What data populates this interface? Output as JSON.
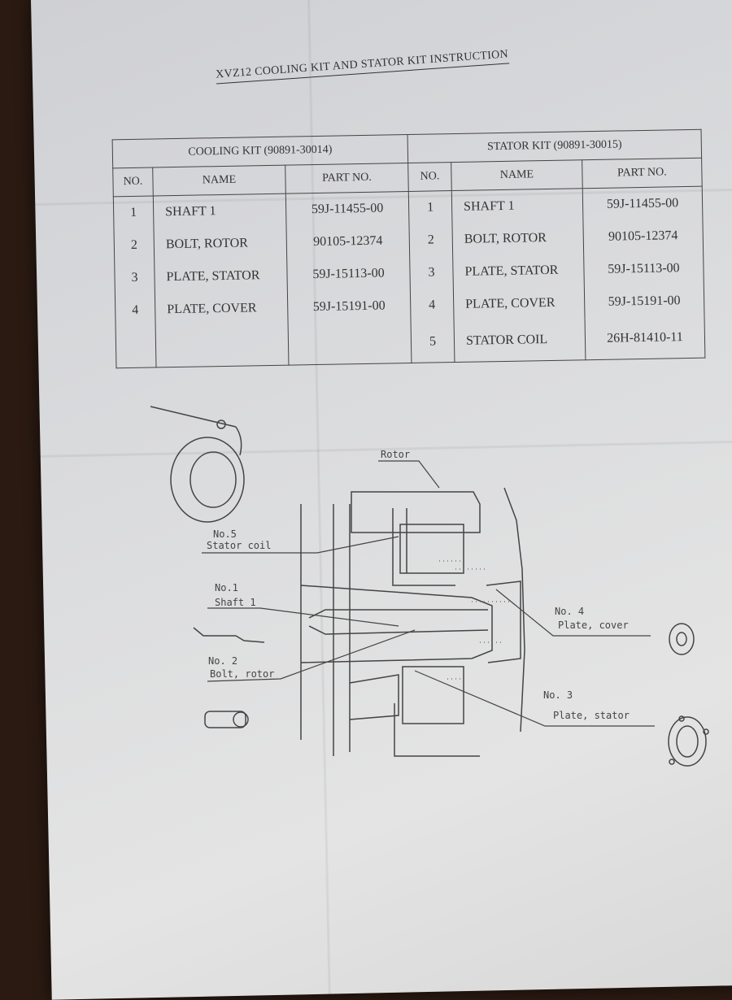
{
  "title": "XVZ12 COOLING KIT AND STATOR KIT INSTRUCTION",
  "cooling_kit": {
    "header": "COOLING KIT (90891-30014)",
    "columns": [
      "NO.",
      "NAME",
      "PART NO."
    ],
    "rows": [
      {
        "no": "1",
        "name": "SHAFT 1",
        "part": "59J-11455-00"
      },
      {
        "no": "2",
        "name": "BOLT, ROTOR",
        "part": "90105-12374"
      },
      {
        "no": "3",
        "name": "PLATE, STATOR",
        "part": "59J-15113-00"
      },
      {
        "no": "4",
        "name": "PLATE, COVER",
        "part": "59J-15191-00"
      }
    ]
  },
  "stator_kit": {
    "header": "STATOR KIT (90891-30015)",
    "columns": [
      "NO.",
      "NAME",
      "PART NO."
    ],
    "rows": [
      {
        "no": "1",
        "name": "SHAFT 1",
        "part": "59J-11455-00"
      },
      {
        "no": "2",
        "name": "BOLT, ROTOR",
        "part": "90105-12374"
      },
      {
        "no": "3",
        "name": "PLATE, STATOR",
        "part": "59J-15113-00"
      },
      {
        "no": "4",
        "name": "PLATE, COVER",
        "part": "59J-15191-00"
      },
      {
        "no": "5",
        "name": "STATOR COIL",
        "part": "26H-81410-11"
      }
    ]
  },
  "diagram_labels": {
    "rotor": "Rotor",
    "no5": "No.5",
    "stator_coil": "Stator coil",
    "no1": "No.1",
    "shaft1": "Shaft 1",
    "no2": "No. 2",
    "bolt_rotor": "Bolt, rotor",
    "no4": "No. 4",
    "plate_cover": "Plate, cover",
    "no3": "No. 3",
    "plate_stator": "Plate, stator"
  }
}
